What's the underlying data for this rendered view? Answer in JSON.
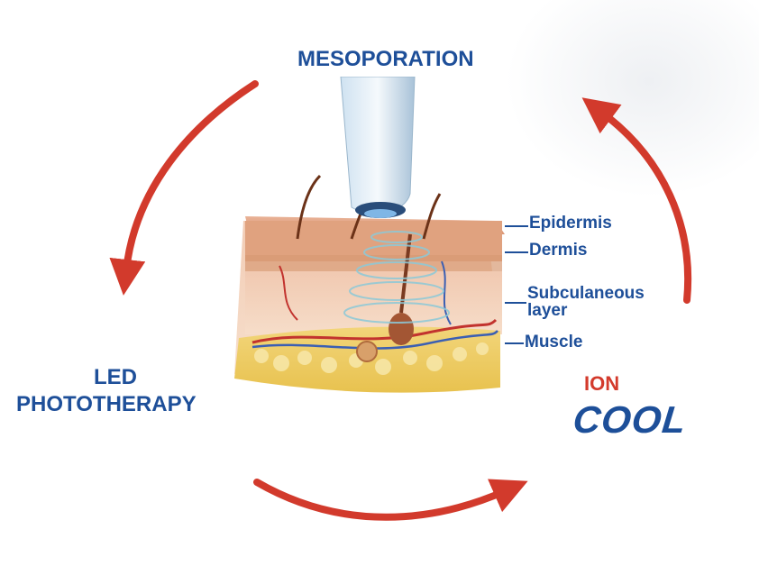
{
  "steps": {
    "mesoporation": "MESOPORATION",
    "led_line1": "LED",
    "led_line2": "PHOTOTHERAPY",
    "ion": "ION",
    "cool": "COOL"
  },
  "layers": {
    "epidermis": "Epidermis",
    "dermis": "Dermis",
    "subcutaneous_line1": "Subculaneous",
    "subcutaneous_line2": "layer",
    "muscle": "Muscle"
  },
  "colors": {
    "arrow": "#d23a2c",
    "text_blue": "#1e4f99",
    "ion_red": "#d33a2c"
  }
}
